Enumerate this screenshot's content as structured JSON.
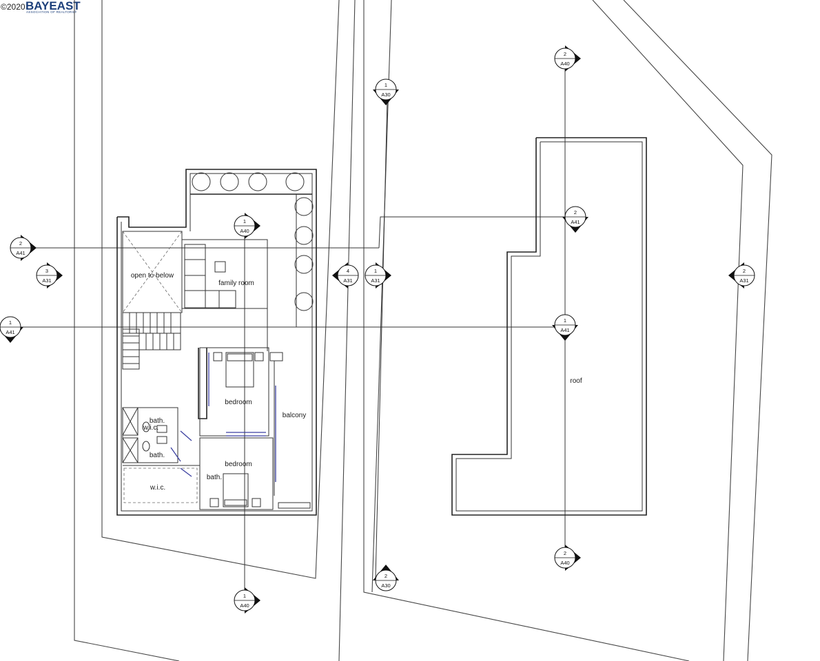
{
  "watermark": {
    "year": "©2020",
    "brand": "BAYEAST",
    "subtitle": "ASSOCIATION OF REALTORS®"
  },
  "rooms": {
    "open_to_below": "open to below",
    "family_room": "family room",
    "bedroom_1": "bedroom",
    "bedroom_2": "bedroom",
    "balcony": "balcony",
    "bath_1": "bath.",
    "bath_2": "bath.",
    "bath_3": "bath.",
    "wic_1": "w.i.c.",
    "wic_2": "w.i.c.",
    "roof": "roof"
  },
  "section_markers": [
    {
      "id": "m1",
      "num": "2",
      "sheet": "A41"
    },
    {
      "id": "m2",
      "num": "3",
      "sheet": "A31"
    },
    {
      "id": "m3",
      "num": "1",
      "sheet": "A41"
    },
    {
      "id": "m4",
      "num": "1",
      "sheet": "A40"
    },
    {
      "id": "m5",
      "num": "1",
      "sheet": "A40"
    },
    {
      "id": "m6",
      "num": "4",
      "sheet": "A31"
    },
    {
      "id": "m7",
      "num": "1",
      "sheet": "A31"
    },
    {
      "id": "m8",
      "num": "1",
      "sheet": "A30"
    },
    {
      "id": "m9",
      "num": "2",
      "sheet": "A30"
    },
    {
      "id": "m10",
      "num": "2",
      "sheet": "A40"
    },
    {
      "id": "m11",
      "num": "2",
      "sheet": "A41"
    },
    {
      "id": "m12",
      "num": "1",
      "sheet": "A41"
    },
    {
      "id": "m13",
      "num": "2",
      "sheet": "A40"
    },
    {
      "id": "m14",
      "num": "2",
      "sheet": "A31"
    }
  ]
}
